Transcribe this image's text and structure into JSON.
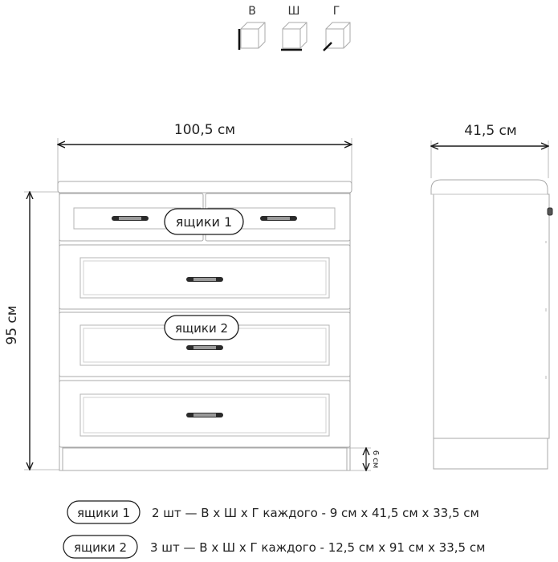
{
  "axis_legend": [
    {
      "letter": "В",
      "icon": "height-cube-icon"
    },
    {
      "letter": "Ш",
      "icon": "width-cube-icon"
    },
    {
      "letter": "Г",
      "icon": "depth-cube-icon"
    }
  ],
  "dimensions": {
    "width": "100,5 см",
    "depth": "41,5 см",
    "height": "95 см",
    "plinth": "6 см"
  },
  "callouts": {
    "drawers_1": "ящики 1",
    "drawers_2": "ящики 2"
  },
  "notes": [
    {
      "tag": "ящики 1",
      "text": "2 шт — В х Ш х Г каждого - 9 см х 41,5 см х 33,5 см"
    },
    {
      "tag": "ящики 2",
      "text": "3 шт — В х Ш х Г каждого - 12,5 см х 91 см х 33,5 см"
    }
  ],
  "colors": {
    "outline": "#9a9a9a",
    "line": "#1a1a1a",
    "handle": "#2b2b2b",
    "body": "#ffffff"
  }
}
